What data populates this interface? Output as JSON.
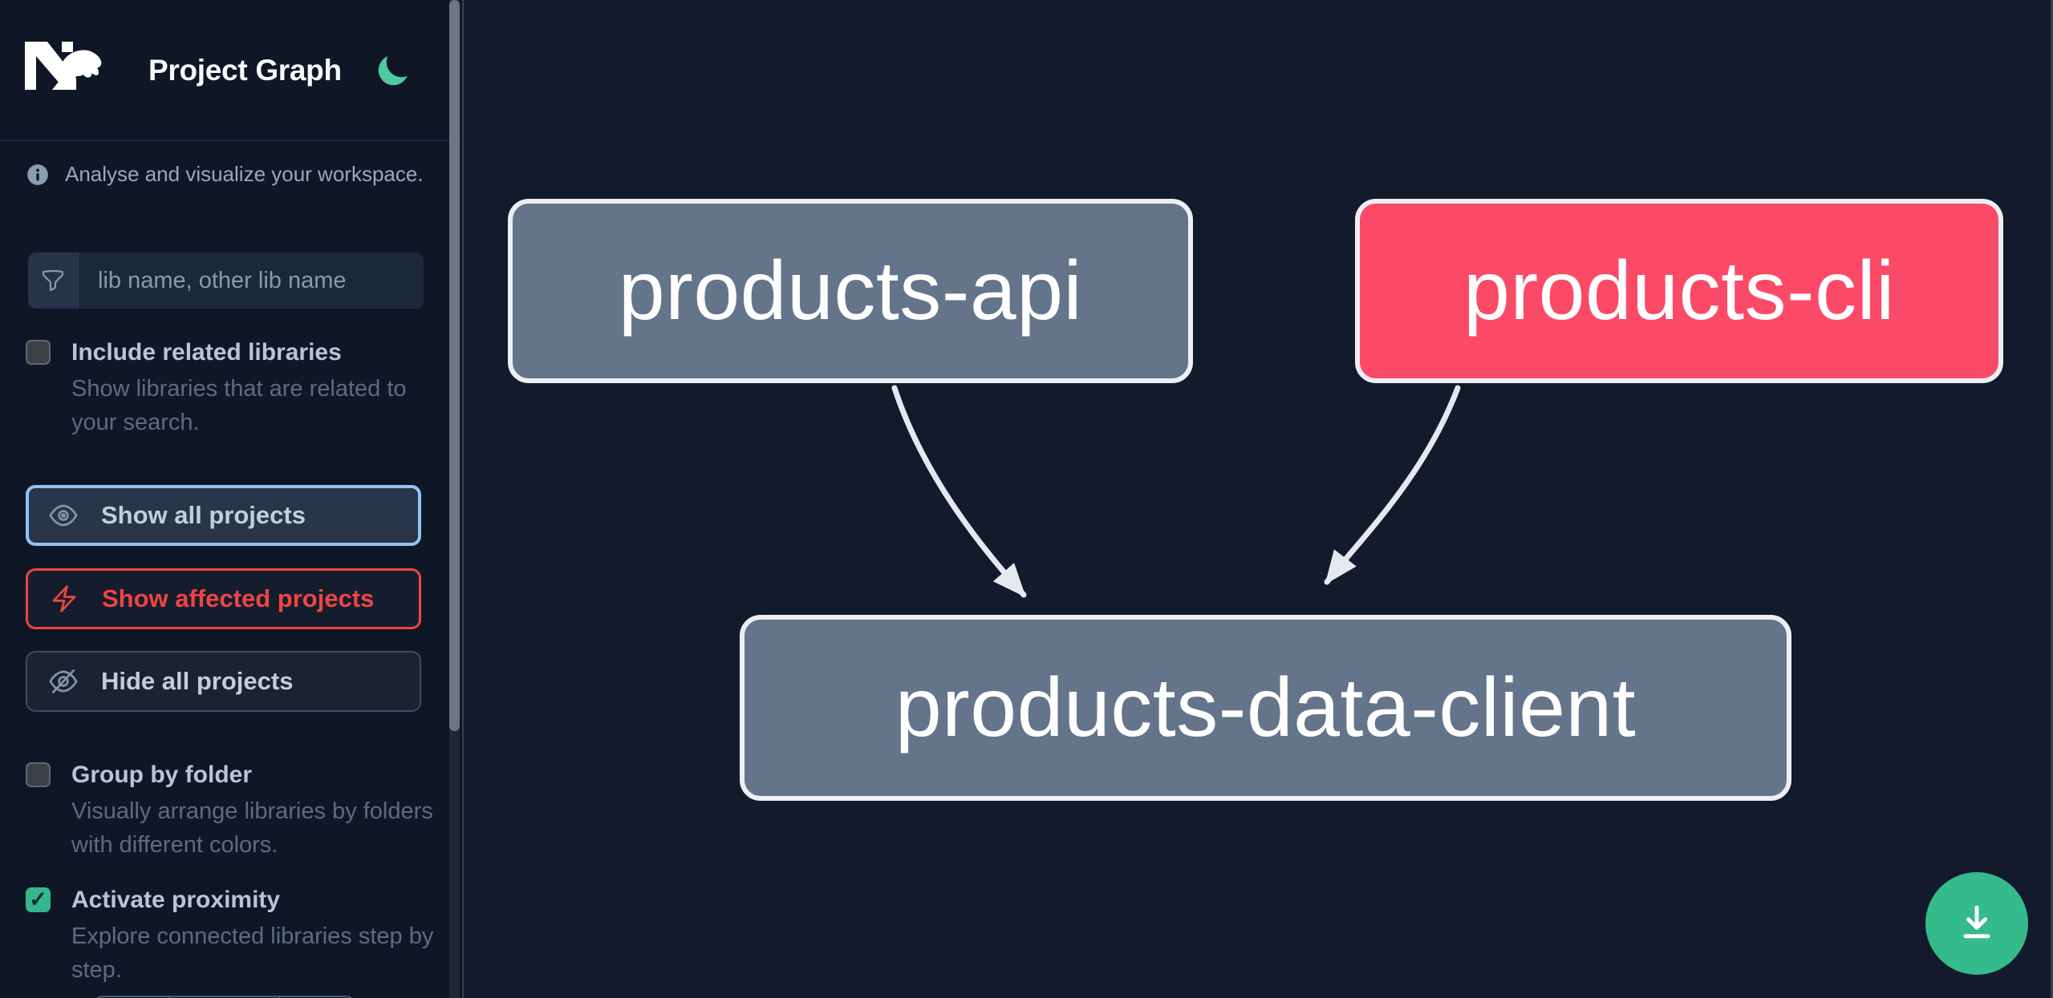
{
  "app": {
    "title": "Project Graph"
  },
  "sidebar": {
    "tagline": "Analyse and visualize your workspace.",
    "search": {
      "placeholder": "lib name, other lib name",
      "icon": "funnel-icon"
    },
    "toggles": [
      {
        "label": "Include related libraries",
        "description": "Show libraries that are related to your search.",
        "checked": false
      },
      {
        "label": "Group by folder",
        "description": "Visually arrange libraries by folders with different colors.",
        "checked": false
      },
      {
        "label": "Activate proximity",
        "description": "Explore connected libraries step by step.",
        "checked": true
      }
    ],
    "buttons": [
      {
        "label": "Show all projects",
        "icon": "eye-icon",
        "state": "focused"
      },
      {
        "label": "Show affected projects",
        "icon": "bolt-icon",
        "state": "affected"
      },
      {
        "label": "Hide all projects",
        "icon": "eye-off-icon",
        "state": "default"
      }
    ]
  },
  "graph": {
    "nodes": [
      {
        "id": "products-api",
        "status": "normal"
      },
      {
        "id": "products-cli",
        "status": "affected"
      },
      {
        "id": "products-data-client",
        "status": "normal"
      }
    ],
    "edges": [
      {
        "source": "products-api",
        "target": "products-data-client"
      },
      {
        "source": "products-cli",
        "target": "products-data-client"
      }
    ]
  },
  "fab": {
    "icon": "download-icon"
  },
  "colors": {
    "sidebar_bg": "#0f1727",
    "canvas_bg": "#121a2b",
    "default_node": "#64748b",
    "affected_node": "#fb4a68",
    "node_border": "#eceff3",
    "edge": "#e5e9ef",
    "focus_ring": "#92c1f5",
    "affected_red": "#ef4444",
    "checkbox_checked": "#34b78a",
    "moon": "#4ec9a0",
    "fab": "#35ba8b"
  }
}
